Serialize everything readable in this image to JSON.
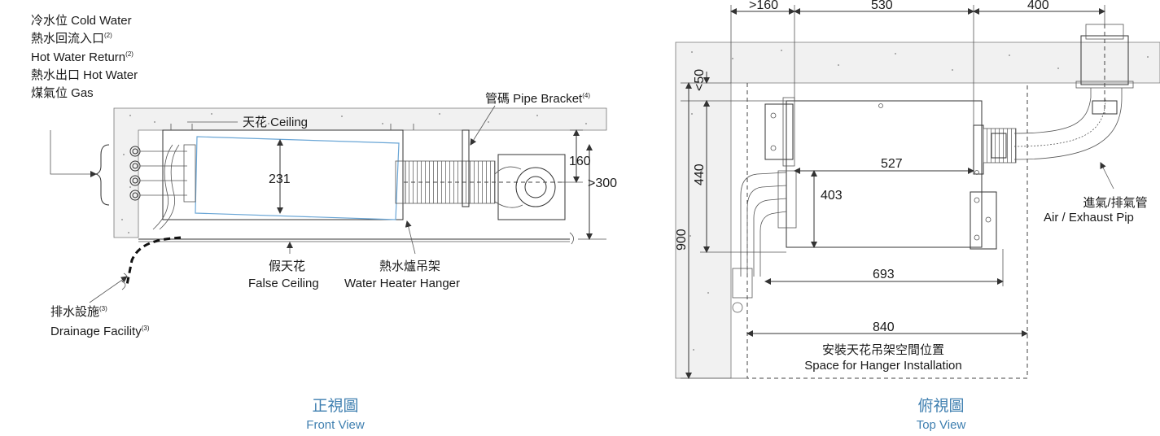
{
  "front_view": {
    "labels": {
      "cold_water": "冷水位 Cold Water",
      "hw_return_zh": "熱水回流入口",
      "hw_return_en": "Hot Water Return",
      "note2": "(2)",
      "hot_water": "熱水出口 Hot Water",
      "gas": "煤氣位 Gas",
      "ceiling": "天花 Ceiling",
      "pipe_bracket": "管碼 Pipe Bracket",
      "note4": "(4)",
      "false_ceiling_zh": "假天花",
      "false_ceiling_en": "False Ceiling",
      "hanger_zh": "熱水爐吊架",
      "hanger_en": "Water Heater Hanger",
      "drainage_zh": "排水設施",
      "drainage_en": "Drainage Facility",
      "note3": "(3)"
    },
    "dimensions": {
      "height": "231",
      "clearance": "160",
      "min_space": ">300"
    },
    "caption_zh": "正視圖",
    "caption_en": "Front View"
  },
  "top_view": {
    "labels": {
      "air_exhaust_zh": "進氣/排氣管",
      "air_exhaust_en": "Air / Exhaust Pip",
      "hanger_space_zh": "安裝天花吊架空間位置",
      "hanger_space_en": "Space for Hanger Installation"
    },
    "dimensions": {
      "left_gap": ">160",
      "width_530": "530",
      "width_400": "400",
      "top_gap": "<50",
      "depth_440": "440",
      "depth_900": "900",
      "width_527": "527",
      "depth_403": "403",
      "width_693": "693",
      "width_840": "840"
    },
    "caption_zh": "俯視圖",
    "caption_en": "Top View"
  },
  "colors": {
    "caption": "#3f7fb0",
    "heater_outline": "#6aa6d6",
    "drain_line": "#111111"
  }
}
